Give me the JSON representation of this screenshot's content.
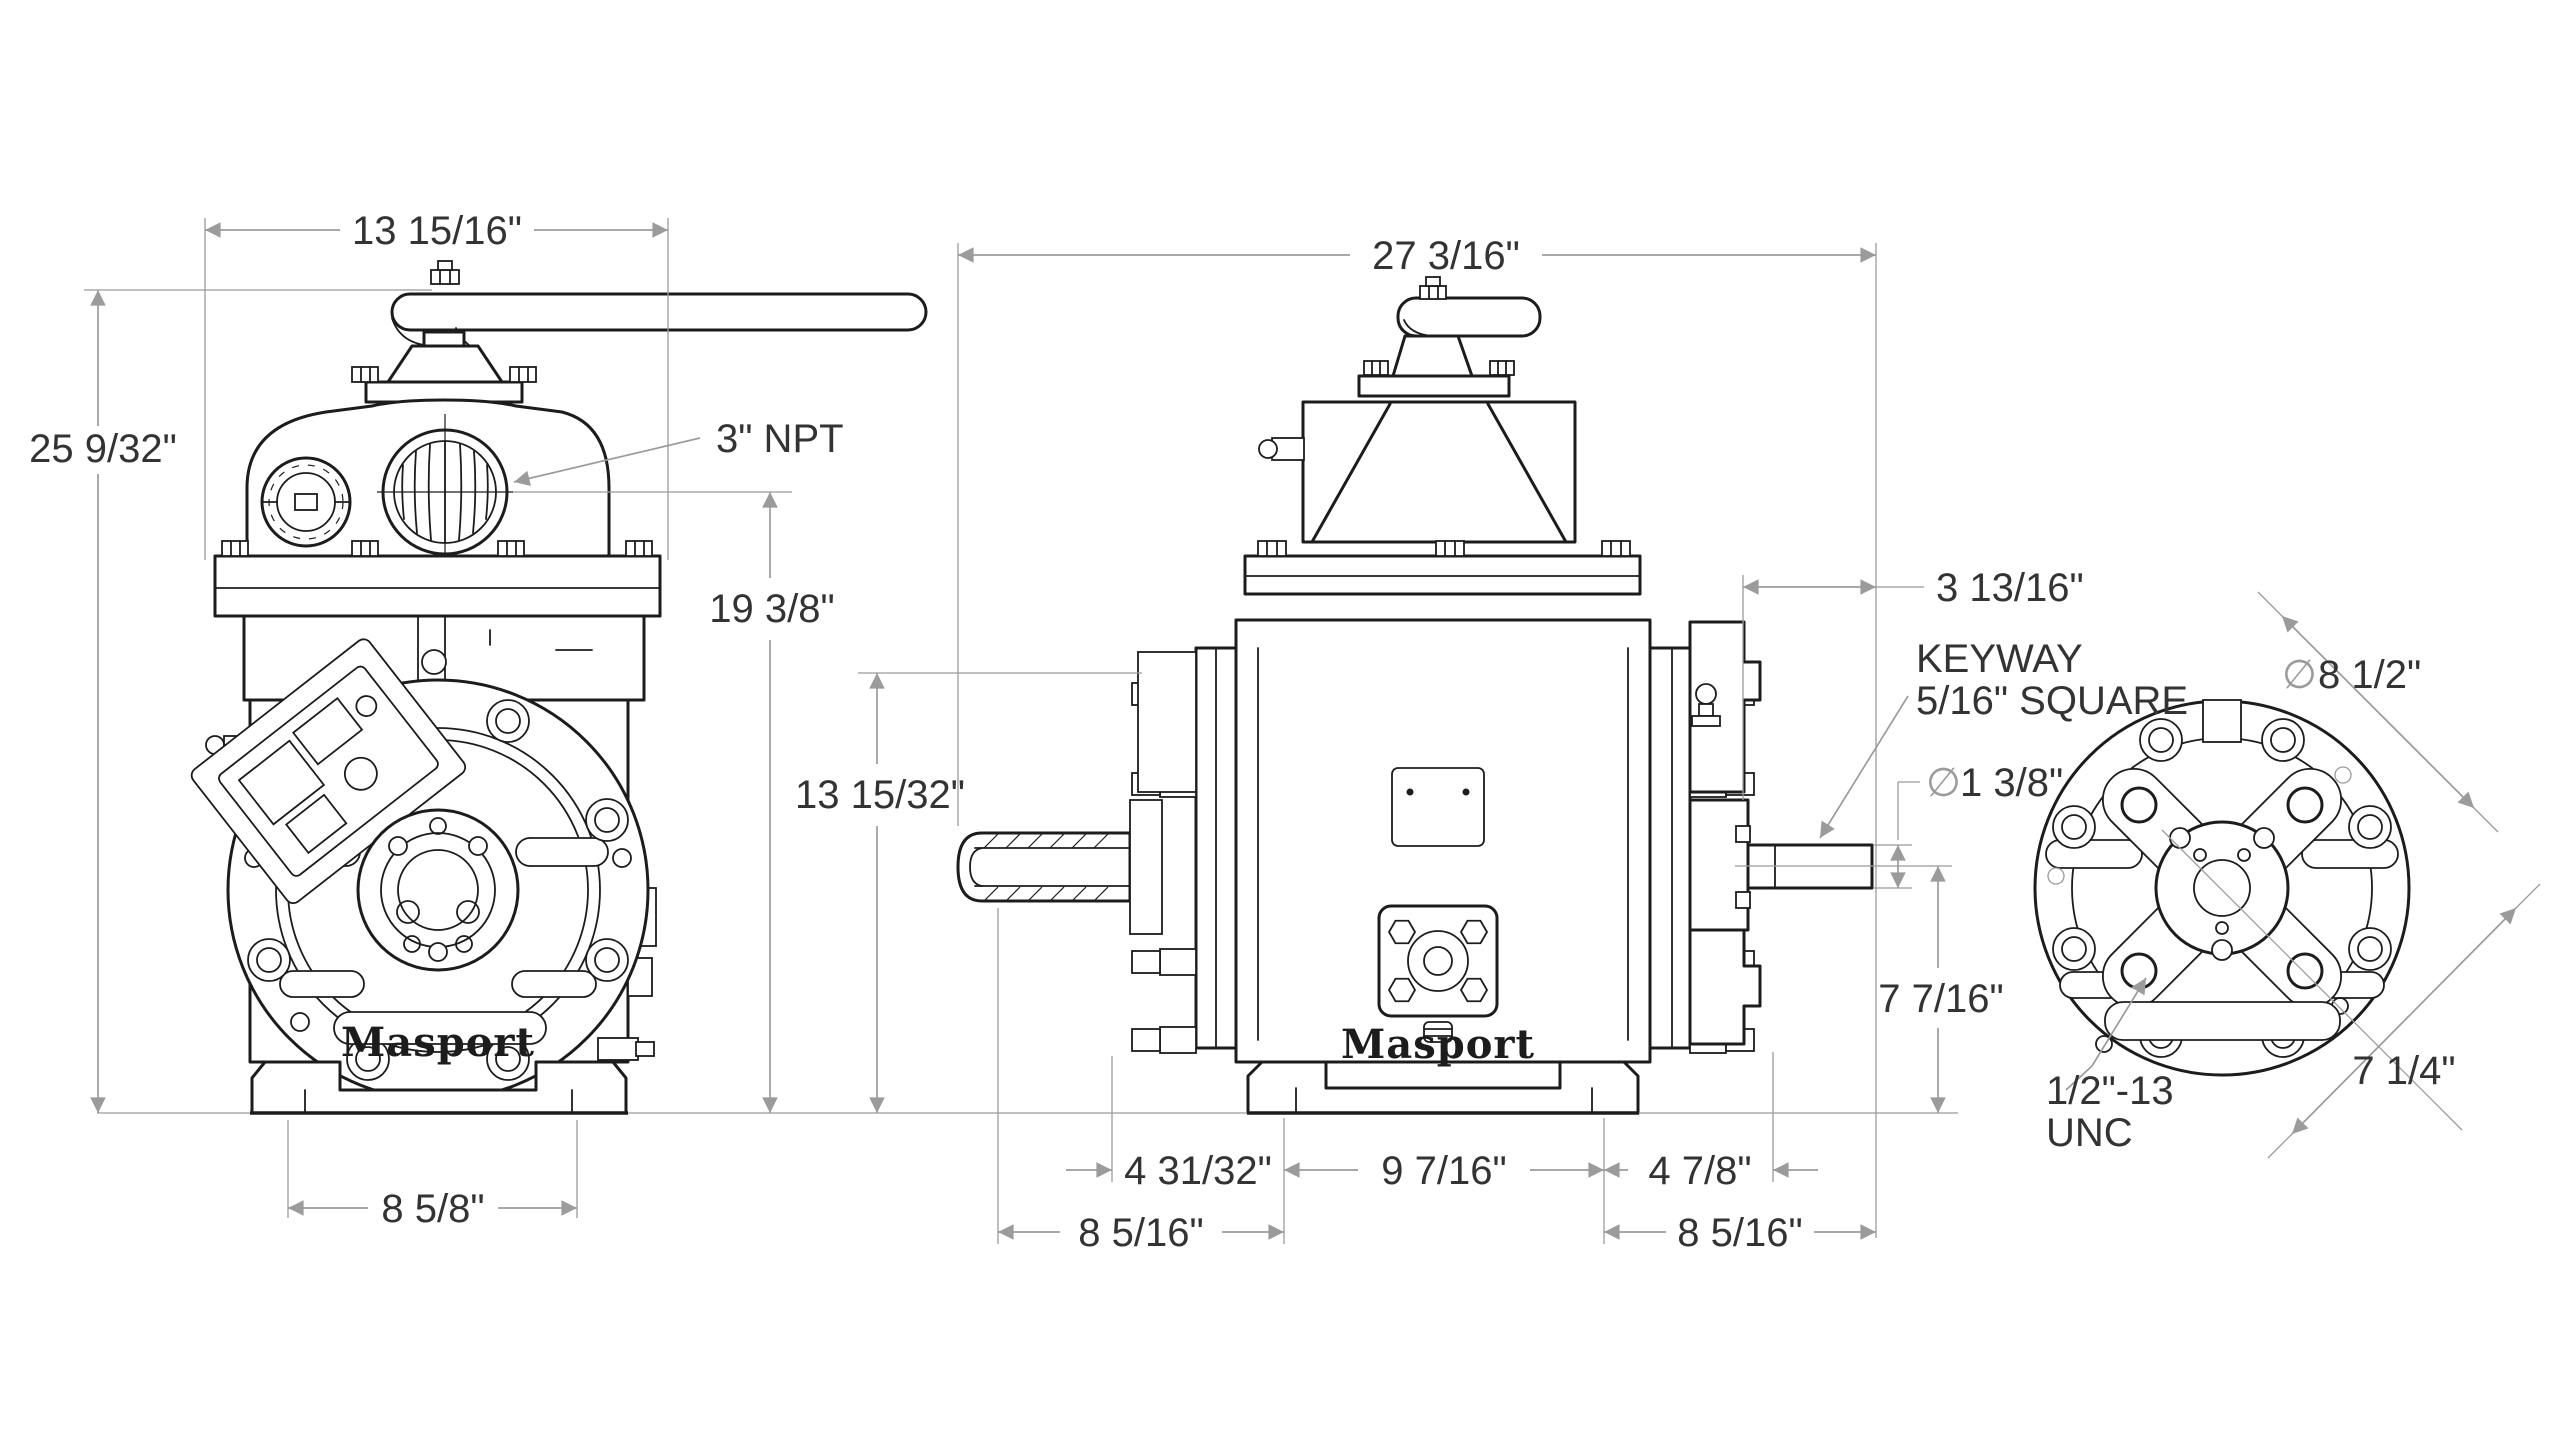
{
  "drawing": {
    "type": "engineering-dimension-drawing",
    "brand_front": "Masport",
    "brand_side": "Masport",
    "symbols": {
      "diameter": "∅"
    },
    "front_view": {
      "width": "13 15/16\"",
      "height": "25 9/32\"",
      "port_label": "3\" NPT",
      "port_height": "19 3/8\"",
      "foot_width": "8 5/8\""
    },
    "side_view": {
      "width": "27 3/16\"",
      "inlet_height": "13 15/32\"",
      "shaft_offset": "3 13/16\"",
      "keyway_line1": "KEYWAY",
      "keyway_line2": "5/16\" SQUARE",
      "shaft_dia": "1 3/8\"",
      "shaft_center_height": "7 7/16\"",
      "seg_left": "4 31/32\"",
      "seg_mid": "9 7/16\"",
      "seg_right": "4 7/8\"",
      "overall_left": "8 5/16\"",
      "overall_right": "8 5/16\""
    },
    "end_view": {
      "bolt_circle": "8 1/2\"",
      "stud_spacing": "7 1/4\"",
      "thread_line1": "1/2\"-13",
      "thread_line2": "UNC"
    },
    "colors": {
      "line": "#1c1c1c",
      "dimension": "#9b9b9b",
      "dimension_text": "#333333",
      "background": "#ffffff"
    }
  }
}
